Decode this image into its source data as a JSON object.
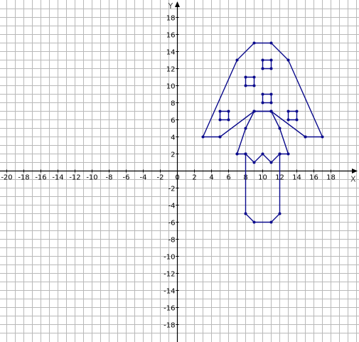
{
  "chart_data": {
    "type": "line",
    "x_axis_label": "X",
    "y_axis_label": "Y",
    "xlim": [
      -20.5,
      21
    ],
    "ylim": [
      -19.8,
      19.8
    ],
    "grid": true,
    "grid_step": 1,
    "x_ticks": [
      -20,
      -18,
      -16,
      -14,
      -12,
      -10,
      -8,
      -6,
      -4,
      -2,
      0,
      2,
      4,
      6,
      8,
      10,
      12,
      14,
      16,
      18
    ],
    "y_ticks": [
      -18,
      -16,
      -14,
      -12,
      -10,
      -8,
      -6,
      -4,
      -2,
      2,
      4,
      6,
      8,
      10,
      12,
      14,
      16,
      18
    ],
    "x_tick_labels": [
      "-20",
      "-18",
      "-16",
      "-14",
      "-12",
      "-10",
      "-8",
      "-6",
      "-4",
      "-2",
      "0",
      "2",
      "4",
      "6",
      "8",
      "10",
      "12",
      "14",
      "16",
      "18"
    ],
    "y_tick_labels": [
      "-18",
      "-16",
      "-14",
      "-12",
      "-10",
      "-8",
      "-6",
      "-4",
      "-2",
      "2",
      "4",
      "6",
      "8",
      "10",
      "12",
      "14",
      "16",
      "18"
    ],
    "shape_color": "#0a0a8c",
    "grid_color": "#b9b9b9",
    "axis_color": "#000000",
    "shapes": [
      {
        "name": "cap",
        "closed": true,
        "points": [
          [
            3,
            4
          ],
          [
            5,
            4
          ],
          [
            9,
            7
          ],
          [
            11,
            7
          ],
          [
            15,
            4
          ],
          [
            17,
            4
          ],
          [
            13,
            13
          ],
          [
            11,
            15
          ],
          [
            9,
            15
          ],
          [
            7,
            13
          ]
        ]
      },
      {
        "name": "cap-inner-left",
        "closed": false,
        "points": [
          [
            5,
            4
          ],
          [
            9,
            7
          ]
        ]
      },
      {
        "name": "cap-inner-right",
        "closed": false,
        "points": [
          [
            11,
            7
          ],
          [
            15,
            4
          ]
        ]
      },
      {
        "name": "collar",
        "closed": false,
        "points": [
          [
            7,
            2
          ],
          [
            8,
            2
          ],
          [
            9,
            1
          ],
          [
            10,
            2
          ],
          [
            11,
            1
          ],
          [
            12,
            2
          ],
          [
            13,
            2
          ],
          [
            12,
            5
          ],
          [
            11,
            7
          ],
          [
            9,
            7
          ],
          [
            8,
            5
          ],
          [
            7,
            2
          ]
        ]
      },
      {
        "name": "stem",
        "closed": false,
        "points": [
          [
            8,
            2
          ],
          [
            8,
            -5
          ],
          [
            9,
            -6
          ],
          [
            11,
            -6
          ],
          [
            12,
            -5
          ],
          [
            12,
            2
          ]
        ]
      },
      {
        "name": "spot-left",
        "closed": true,
        "points": [
          [
            5,
            6
          ],
          [
            6,
            6
          ],
          [
            6,
            7
          ],
          [
            5,
            7
          ]
        ]
      },
      {
        "name": "spot-right",
        "closed": true,
        "points": [
          [
            13,
            6
          ],
          [
            14,
            6
          ],
          [
            14,
            7
          ],
          [
            13,
            7
          ]
        ]
      },
      {
        "name": "spot-center-low",
        "closed": true,
        "points": [
          [
            10,
            8
          ],
          [
            11,
            8
          ],
          [
            11,
            9
          ],
          [
            10,
            9
          ]
        ]
      },
      {
        "name": "spot-center-mid",
        "closed": true,
        "points": [
          [
            8,
            10
          ],
          [
            9,
            10
          ],
          [
            9,
            11
          ],
          [
            8,
            11
          ]
        ]
      },
      {
        "name": "spot-top",
        "closed": true,
        "points": [
          [
            10,
            12
          ],
          [
            11,
            12
          ],
          [
            11,
            13
          ],
          [
            10,
            13
          ]
        ]
      }
    ]
  }
}
